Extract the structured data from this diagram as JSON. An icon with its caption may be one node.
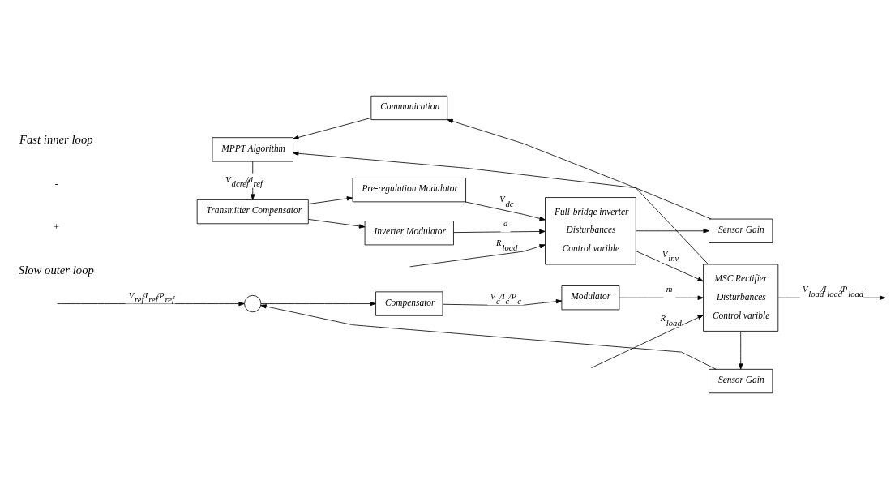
{
  "diagram": {
    "nodes": [
      {
        "text": [
          "MPPT Algorithm"
        ]
      },
      {
        "text": [
          "Communication"
        ]
      },
      {
        "text": [
          "Transmitter Compensator"
        ]
      },
      {
        "text": [
          "Pre-regulation Modulator"
        ]
      },
      {
        "text": [
          "Inverter Modulator"
        ]
      },
      {
        "text": [
          "Full-bridge inverter",
          "Disturbances",
          "Control varible"
        ]
      },
      {
        "text": [
          "Sensor Gain"
        ]
      },
      {
        "text": [
          "MSC Rectifier",
          "Disturbances",
          "Control varible"
        ]
      },
      {
        "text": [],
        "shape": "circle"
      },
      {
        "text": [
          "Compensator"
        ]
      },
      {
        "text": [
          "Modulator"
        ]
      },
      {
        "text": [
          "Sensor Gain"
        ]
      }
    ],
    "edges": [
      {
        "from": 6,
        "to": 0,
        "arrow": "to"
      },
      {
        "from": 1,
        "to": 0,
        "arrow": "to"
      },
      {
        "from": 0,
        "to": 2,
        "arrow": "to",
        "label": "V$_{dcref}$/d$_{ref}$"
      },
      {
        "from": 2,
        "to": 3,
        "arrow": "to"
      },
      {
        "from": 2,
        "to": 4,
        "arrow": "to"
      },
      {
        "from": 3,
        "to": 5,
        "arrow": "to",
        "label": "V$_{dc}$"
      },
      {
        "from": null,
        "to": 5,
        "arrow": "to",
        "label": "R$_{load}$"
      },
      {
        "from": 4,
        "to": 5,
        "arrow": "to",
        "label": "d"
      },
      {
        "from": 5,
        "to": 6,
        "arrow": "to"
      },
      {
        "from": 5,
        "to": 7,
        "arrow": "to",
        "label": "V$_{inv}$"
      },
      {
        "from": null,
        "to": 7,
        "arrow": "to",
        "label": "R$_{load}$"
      },
      {
        "from": 10,
        "to": 7,
        "arrow": "to",
        "label": "m"
      },
      {
        "from": 7,
        "to": null,
        "arrow": "to",
        "label": "V$_{load}$/I$_{load}$/P$_{load}$"
      },
      {
        "from": 7,
        "to": 1,
        "arrow": "to"
      },
      {
        "from": 7,
        "to": 11,
        "arrow": "to"
      },
      {
        "from": null,
        "to": 8,
        "arrow": "to",
        "label": "V$_{ref}$/I$_{ref}$/P$_{ref}$"
      },
      {
        "from": 8,
        "to": 9,
        "arrow": "to"
      },
      {
        "from": 9,
        "to": 10,
        "arrow": "to",
        "label": "V$_{c}$/I$_{c}$/P$_{c}$"
      },
      {
        "from": 11,
        "to": 8,
        "arrow": "to"
      }
    ],
    "labels": [
      "Slow outer loop",
      "+",
      "-",
      "Fast inner loop"
    ]
  }
}
